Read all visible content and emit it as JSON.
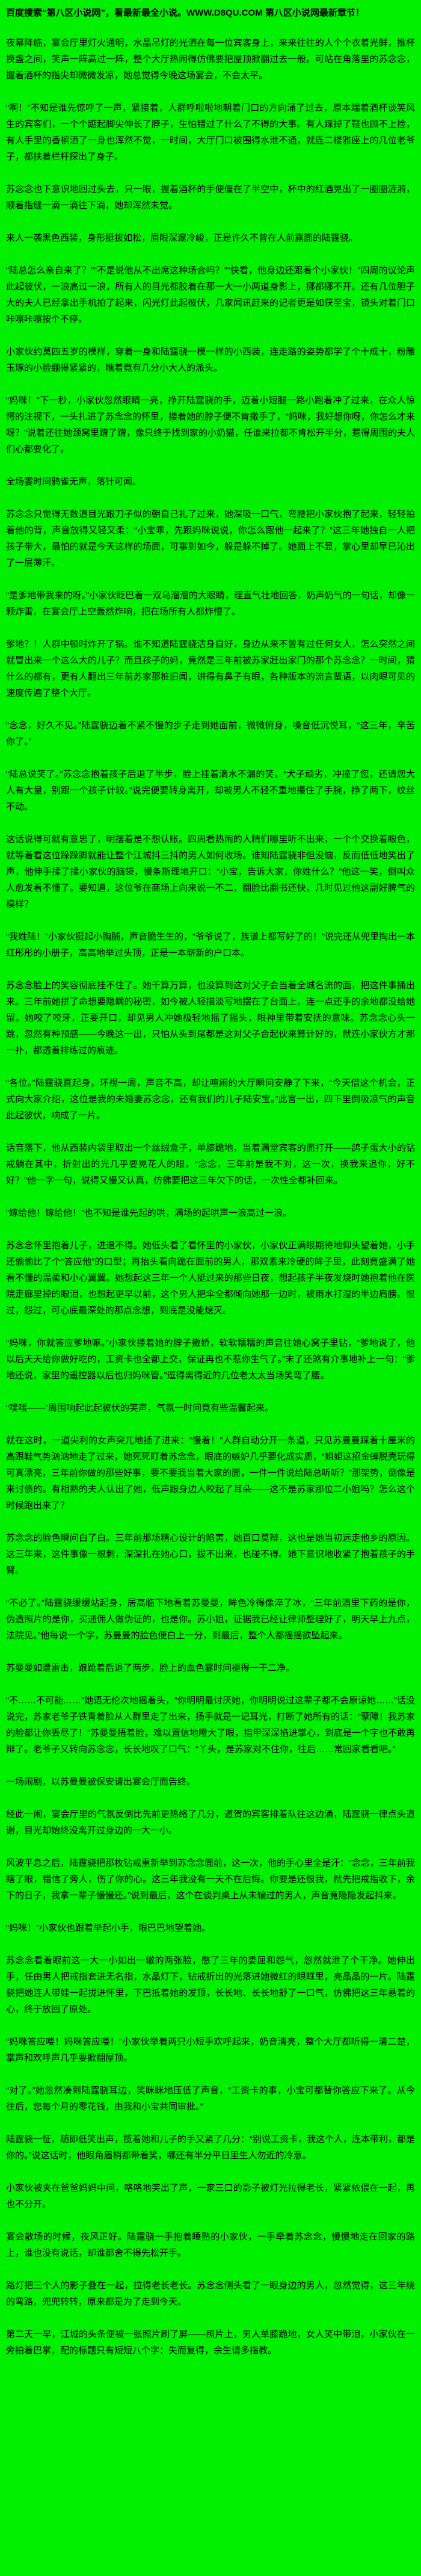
{
  "colors": {
    "background": "#00F000",
    "text": "#000000"
  },
  "header": {
    "promo": "百度搜索“第八区小说网”，看最新最全小说。WWW.D8QU.COM 第八区小说网最新章节！"
  },
  "content": {
    "paragraphs": [
      "夜幕降临，宴会厅里灯火通明，水晶吊灯的光洒在每一位宾客身上，来来往往的人个个衣着光鲜，推杯换盏之间，笑声一阵高过一阵，整个大厅热闹得仿佛要把屋顶掀翻过去一般。可站在角落里的苏念念，握着酒杯的指尖却微微发凉，她总觉得今晚这场宴会，不会太平。",
      "“啊！”不知是谁先惊呼了一声，紧接着，人群呼啦啦地朝着门口的方向涌了过去，原本端着酒杯谈笑风生的宾客们，一个个踮起脚尖伸长了脖子，生怕错过了什么了不得的大事。有人踩掉了鞋也顾不上捡，有人手里的香槟洒了一身也浑然不觉，一时间，大厅门口被围得水泄不通，就连二楼雅座上的几位老爷子，都扶着栏杆探出了身子。",
      "苏念念也下意识地回过头去，只一眼，握着酒杯的手便僵在了半空中，杯中的红酒晃出了一圈圈涟漪，顺着指缝一滴一滴往下淌，她却浑然未觉。",
      "来人一袭黑色西装，身形挺拔如松，眉眼深邃冷峻，正是许久不曾在人前露面的陆霆骁。",
      "“陆总怎么亲自来了？”“不是说他从不出席这种场合吗？”“快看，他身边还跟着个小家伙！”四周的议论声此起彼伏，一浪高过一浪，所有人的目光都胶着在那一大一小两道身影上，挪都挪不开。还有几位胆子大的夫人已经拿出手机拍了起来，闪光灯此起彼伏，几家闻讯赶来的记者更是如获至宝，镜头对着门口咔嚓咔嚓按个不停。",
      "小家伙约莫四五岁的模样，穿着一身和陆霆骁一模一样的小西装，连走路的姿势都学了个十成十，粉雕玉琢的小脸绷得紧紧的，瞧着竟有几分小大人的派头。",
      "“妈咪！”下一秒，小家伙忽然眼睛一亮，挣开陆霆骁的手，迈着小短腿一路小跑着冲了过来，在众人惊愕的注视下，一头扎进了苏念念的怀里，搂着她的脖子便不肯撒手了，“妈咪，我好想你呀，你怎么才来呀？”说着还往她颈窝里蹭了蹭，像只终于找到家的小奶猫，任谁来拉都不肯松开半分，惹得周围的夫人们心都要化了。",
      "全场霎时间鸦雀无声，落针可闻。",
      "苏念念只觉得无数道目光跟刀子似的朝自己扎了过来，她深吸一口气，弯腰把小家伙抱了起来，轻轻拍着他的背，声音放得又轻又柔：“小宝乖，先跟妈咪说说，你怎么跟他一起来了？”这三年她独自一人把孩子带大，最怕的就是今天这样的场面，可事到如今，躲是躲不掉了。她面上不显，掌心里却早已沁出了一层薄汗。",
      "“是爹地带我来的呀。”小家伙眨巴着一双乌溜溜的大眼睛，理直气壮地回答，奶声奶气的一句话，却像一颗炸雷，在宴会厅上空轰然炸响，把在场所有人都炸懵了。",
      "爹地？！人群中顿时炸开了锅。谁不知道陆霆骁洁身自好，身边从来不曾有过任何女人，怎么突然之间就冒出来一个这么大的儿子？而且孩子的妈，竟然是三年前被苏家赶出家门的那个苏念念？一时间，猜什么的都有，更有人翻出三年前苏家那桩旧闻，讲得有鼻子有眼，各种版本的流言蜚语，以肉眼可见的速度传遍了整个大厅。",
      "“念念，好久不见。”陆霆骁迈着不紧不慢的步子走到她面前，微微俯身，嗓音低沉悦耳，“这三年，辛苦你了。”",
      "“陆总说笑了。”苏念念抱着孩子后退了半步，脸上挂着滴水不漏的笑，“犬子顽劣，冲撞了您，还请您大人有大量，别跟一个孩子计较。”说完便要转身离开，却被男人不轻不重地攥住了手腕，挣了两下，纹丝不动。",
      "这话说得可就有意思了，明摆着是不想认账。四周看热闹的人精们哪里听不出来，一个个交换着眼色，就等着看这位跺跺脚就能让整个江城抖三抖的男人如何收场。谁知陆霆骁非但没恼，反而低低地笑出了声，他伸手揉了揉小家伙的脑袋，慢条斯理地开口：“小宝，告诉大家，你姓什么？”他这一笑，倒叫众人愈发看不懂了。要知道，这位爷在商场上向来说一不二，翻脸比翻书还快，几时见过他这副好脾气的模样？",
      "“我姓陆！”小家伙挺起小胸脯，声音脆生生的，“爷爷说了，族谱上都写好了的！”说完还从兜里掏出一本红彤彤的小册子，高高地举过头顶，正是一本崭新的户口本。",
      "苏念念脸上的笑容彻底挂不住了。她千算万算，也没算到这对父子会当着全城名流的面，把这件事捅出来。三年前她拼了命想要隐瞒的秘密，如今被人轻描淡写地摆在了台面上，连一点还手的余地都没给她留。她咬了咬牙，正要开口，却见男人冲她极轻地摇了摇头，眼神里带着安抚的意味。苏念念心头一跳，忽然有种预感——今晚这一出，只怕从头到尾都是这对父子合起伙来算计好的，就连小家伙方才那一扑，都透着排练过的痕迹。",
      "“各位。”陆霆骁直起身，环视一周，声音不高，却让喧闹的大厅瞬间安静了下来，“今天借这个机会，正式向大家介绍，这位是我的未婚妻苏念念，还有我们的儿子陆安宝。”此言一出，四下里倒吸凉气的声音此起彼伏，响成了一片。",
      "话音落下，他从西装内袋里取出一个丝绒盒子，单膝跪地，当着满堂宾客的面打开——鸽子蛋大小的钻戒躺在其中，折射出的光几乎要晃花人的眼。“念念，三年前是我不对，这一次，换我来追你，好不好？”他一字一句，说得又慢又认真，仿佛要把这三年欠下的话，一次性全都补回来。",
      "“嫁给他！嫁给他！”也不知是谁先起的哄，满场的起哄声一浪高过一浪。",
      "苏念念怀里抱着儿子，进退不得。她低头看了看怀里的小家伙，小家伙正满眼期待地仰头望着她，小手还偷偷比了个“答应他”的口型；再抬头看向跪在面前的男人，那双素来冷硬的眸子里，此刻竟盛满了她看不懂的温柔和小心翼翼。她想起这三年一个人挺过来的那些日夜，想起孩子半夜发烧时她抱着他在医院走廊里掉的眼泪，也想起更早以前，这个男人把伞全都倾向她那一边时，被雨水打湿的半边肩膀。恨过，怨过，可心底最深处的那点念想，到底是没能熄灭。",
      "“妈咪，你就答应爹地嘛。”小家伙搂着她的脖子撒娇，软软糯糯的声音往她心窝子里钻，“爹地说了，他以后天天给你做好吃的，工资卡也全都上交，保证再也不惹你生气了。”末了还煞有介事地补上一句：“爹地还说，家里的遥控器以后也归妈咪管。”逗得离得近的几位老太太当场笑弯了腰。",
      "“噗嗤——”周围响起此起彼伏的笑声，气氛一时间竟有些温馨起来。",
      "就在这时，一道尖利的女声突兀地插了进来：“慢着！”人群自动分开一条道，只见苏曼曼踩着十厘米的高跟鞋气势汹汹地走了过来，她死死盯着苏念念，眼底的嫉妒几乎要化成实质，“姐姐这招金蝉脱壳玩得可真漂亮，三年前你做的那些好事，要不要我当着大家的面，一件一件说给陆总听听？”那架势，倒像是来讨债的。有相熟的夫人认出了她，低声跟身边人咬起了耳朵——这不是苏家那位二小姐吗？怎么这个时候跑出来了？",
      "苏念念的脸色瞬间白了白。三年前那场精心设计的陷害，她百口莫辩，这也是她当初远走他乡的原因。这三年来，这件事像一根刺，深深扎在她心口，拔不出来，也碰不得。她下意识地收紧了抱着孩子的手臂。",
      "“不必了。”陆霆骁缓缓站起身，居高临下地看着苏曼曼，眸色冷得像淬了冰，“三年前酒里下药的是你，伪造照片的是你，买通佣人做伪证的，也是你。苏小姐，证据我已经让律师整理好了，明天早上九点，法院见。”他每说一个字，苏曼曼的脸色便白上一分，到最后，整个人都摇摇欲坠起来。",
      "苏曼曼如遭雷击，踉跄着后退了两步，脸上的血色霎时间褪得一干二净。",
      "“不……不可能……”她语无伦次地摇着头，“你明明最讨厌她，你明明说过这辈子都不会原谅她……”话没说完，苏家老爷子铁青着脸从人群里走了出来，扬手就是一记耳光，打断了她所有的话：“孽障！我苏家的脸都让你丢尽了！”苏曼曼捂着脸，难以置信地瞪大了眼，指甲深深掐进掌心，到底是一个字也不敢再辩了。老爷子又转向苏念念，长长地叹了口气：“丫头，是苏家对不住你，往后……常回家看看吧。”",
      "一场闹剧，以苏曼曼被保安请出宴会厅而告终。",
      "经此一闹，宴会厅里的气氛反倒比先前更热络了几分，道贺的宾客排着队往这边涌，陆霆骁一律点头道谢，目光却始终没离开过身边的一大一小。",
      "风波平息之后，陆霆骁把那枚钻戒重新举到苏念念面前，这一次，他的手心里全是汗：“念念，三年前我瞎了眼，错信了旁人，伤了你的心。这三年我没有一天不在后悔。你要是还恨我，就先把戒指收下，余下的日子，我拿一辈子慢慢还。”说到最后，这个在谈判桌上从未输过的男人，声音竟隐隐发起抖来。",
      "“妈咪！”小家伙也跟着举起小手，眼巴巴地望着她。",
      "苏念念看着眼前这一大一小如出一辙的两张脸，憋了三年的委屈和怨气，忽然就泄了个干净。她伸出手，任由男人把戒指套进无名指，水晶灯下，钻戒折出的光落进她微红的眼眶里，亮晶晶的一片。陆霆骁把她连人带娃一起拢进怀里，下巴抵着她的发顶，长长地、长长地舒了一口气，仿佛把这三年悬着的心，终于放回了原处。",
      "“妈咪答应喽！妈咪答应喽！”小家伙举着两只小短手欢呼起来，奶音清亮，整个大厅都听得一清二楚，掌声和欢呼声几乎要掀翻屋顶。",
      "“对了。”她忽然凑到陆霆骁耳边，笑眯眯地压低了声音，“工资卡的事，小宝可都替你答应下来了。从今往后，您每个月的零花钱，由我和小宝共同审批。”",
      "陆霆骁一怔，随即低笑出声，揽着她和儿子的手又紧了几分：“别说工资卡，我这个人，连本带利，都是你的。”说这话时，他眼角眉梢都带着笑，哪还有半分平日里生人勿近的冷意。",
      "小家伙被夹在爸爸妈妈中间，咯咯地笑出了声，一家三口的影子被灯光拉得老长，紧紧依偎在一起，再也不分开。",
      "宴会散场的时候，夜风正好。陆霆骁一手抱着睡熟的小家伙，一手牵着苏念念，慢慢地走在回家的路上，谁也没有说话，却谁都舍不得先松开手。",
      "路灯把三个人的影子叠在一起，拉得老长老长。苏念念侧头看了一眼身边的男人，忽然觉得，这三年绕的弯路，兜兜转转，原来都是为了走到今天。",
      "第二天一早，江城的头条便被一张照片刷了屏——照片上，男人单膝跪地，女人笑中带泪，小家伙在一旁拍着巴掌，配的标题只有短短八个字：失而复得，余生请多指教。"
    ]
  }
}
